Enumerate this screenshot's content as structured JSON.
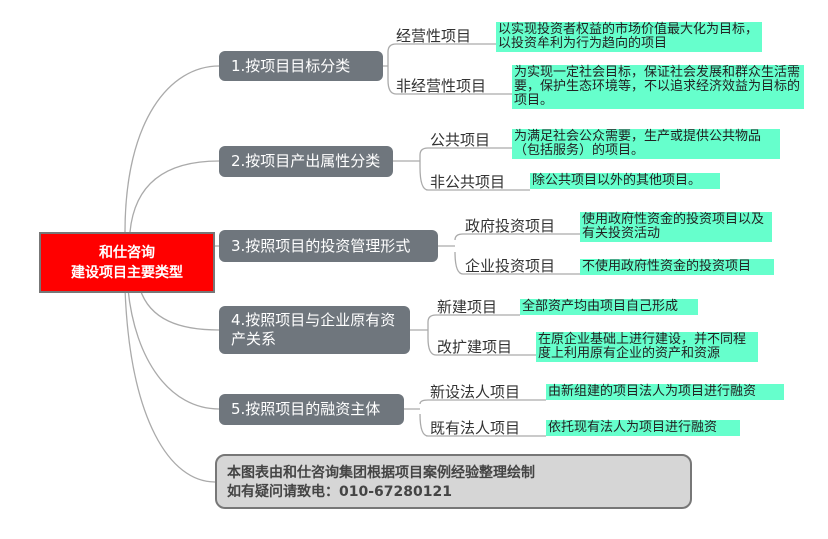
{
  "center": {
    "line1": "和仕咨询",
    "line2": "建设项目主要类型"
  },
  "branches": [
    {
      "label": "1.按项目目标分类",
      "leaves": [
        {
          "label": "经营性项目",
          "desc": "以实现投资者权益的市场价值最大化为目标，以投资牟利为行为趋向的项目"
        },
        {
          "label": "非经营性项目",
          "desc": "为实现一定社会目标，保证社会发展和群众生活需要，保护生态环境等，不以追求经济效益为目标的项目。"
        }
      ]
    },
    {
      "label": "2.按项目产出属性分类",
      "leaves": [
        {
          "label": "公共项目",
          "desc": "为满足社会公众需要，生产或提供公共物品（包括服务）的项目。"
        },
        {
          "label": "非公共项目",
          "desc": "除公共项目以外的其他项目。"
        }
      ]
    },
    {
      "label": "3.按照项目的投资管理形式",
      "leaves": [
        {
          "label": "政府投资项目",
          "desc": "使用政府性资金的投资项目以及有关投资活动"
        },
        {
          "label": "企业投资项目",
          "desc": "不使用政府性资金的投资项目"
        }
      ]
    },
    {
      "label": "4.按照项目与企业原有资产关系",
      "leaves": [
        {
          "label": "新建项目",
          "desc": "全部资产均由项目自己形成"
        },
        {
          "label": "改扩建项目",
          "desc": "在原企业基础上进行建设，并不同程度上利用原有企业的资产和资源"
        }
      ]
    },
    {
      "label": "5.按照项目的融资主体",
      "leaves": [
        {
          "label": "新设法人项目",
          "desc": "由新组建的项目法人为项目进行融资"
        },
        {
          "label": "既有法人项目",
          "desc": "依托现有法人为项目进行融资"
        }
      ]
    }
  ],
  "footer": {
    "line1": "本图表由和仕咨询集团根据项目案例经验整理绘制",
    "line2": "如有疑问请致电：010-67280121"
  },
  "colors": {
    "center": "#ff0000",
    "branch": "#6f767d",
    "desc": "#66ffcc"
  }
}
